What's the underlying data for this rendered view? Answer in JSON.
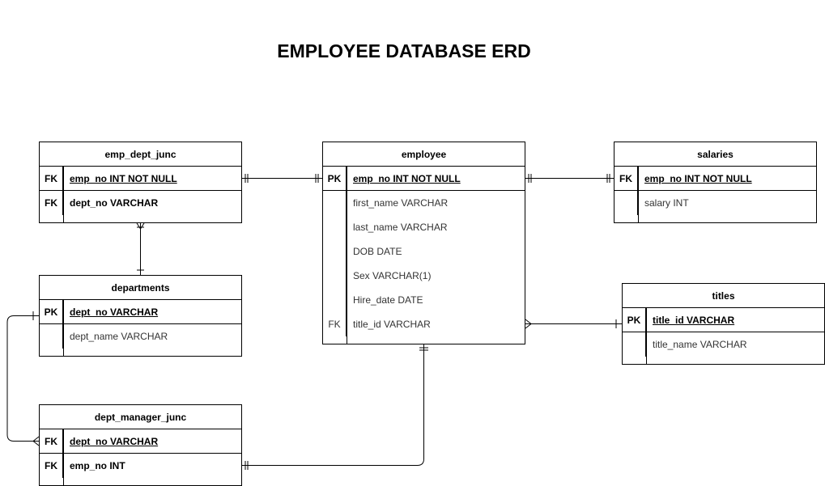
{
  "title": "EMPLOYEE DATABASE ERD",
  "entities": {
    "emp_dept_junc": {
      "name": "emp_dept_junc",
      "rows": [
        {
          "key": "FK",
          "field": "emp_no INT NOT NULL"
        },
        {
          "key": "FK",
          "field": "dept_no VARCHAR"
        }
      ]
    },
    "employee": {
      "name": "employee",
      "rows": [
        {
          "key": "PK",
          "field": "emp_no INT NOT NULL"
        },
        {
          "key": "",
          "field": "first_name VARCHAR"
        },
        {
          "key": "",
          "field": "last_name VARCHAR"
        },
        {
          "key": "",
          "field": "DOB DATE"
        },
        {
          "key": "",
          "field": "Sex VARCHAR(1)"
        },
        {
          "key": "",
          "field": "Hire_date DATE"
        },
        {
          "key": "FK",
          "field": "title_id VARCHAR"
        }
      ]
    },
    "salaries": {
      "name": "salaries",
      "rows": [
        {
          "key": "FK",
          "field": "emp_no INT NOT NULL"
        },
        {
          "key": "",
          "field": "salary INT"
        }
      ]
    },
    "departments": {
      "name": "departments",
      "rows": [
        {
          "key": "PK",
          "field": "dept_no VARCHAR"
        },
        {
          "key": "",
          "field": "dept_name VARCHAR"
        }
      ]
    },
    "titles": {
      "name": "titles",
      "rows": [
        {
          "key": "PK",
          "field": "title_id VARCHAR"
        },
        {
          "key": "",
          "field": "title_name VARCHAR"
        }
      ]
    },
    "dept_manager_junc": {
      "name": "dept_manager_junc",
      "rows": [
        {
          "key": "FK",
          "field": "dept_no VARCHAR"
        },
        {
          "key": "FK",
          "field": "emp_no INT"
        }
      ]
    }
  },
  "relationships": [
    {
      "from": "emp_dept_junc.emp_no",
      "to": "employee.emp_no",
      "from_end": "one-mandatory",
      "to_end": "one-mandatory"
    },
    {
      "from": "employee.emp_no",
      "to": "salaries.emp_no",
      "from_end": "one-mandatory",
      "to_end": "one-mandatory"
    },
    {
      "from": "emp_dept_junc.dept_no",
      "to": "departments.dept_no",
      "from_end": "many",
      "to_end": "one"
    },
    {
      "from": "employee.title_id",
      "to": "titles.title_id",
      "from_end": "many",
      "to_end": "one"
    },
    {
      "from": "departments.dept_no",
      "to": "dept_manager_junc.dept_no",
      "from_end": "one",
      "to_end": "many"
    },
    {
      "from": "dept_manager_junc.emp_no",
      "to": "employee.emp_no",
      "from_end": "one-mandatory",
      "to_end": "one-mandatory"
    }
  ]
}
